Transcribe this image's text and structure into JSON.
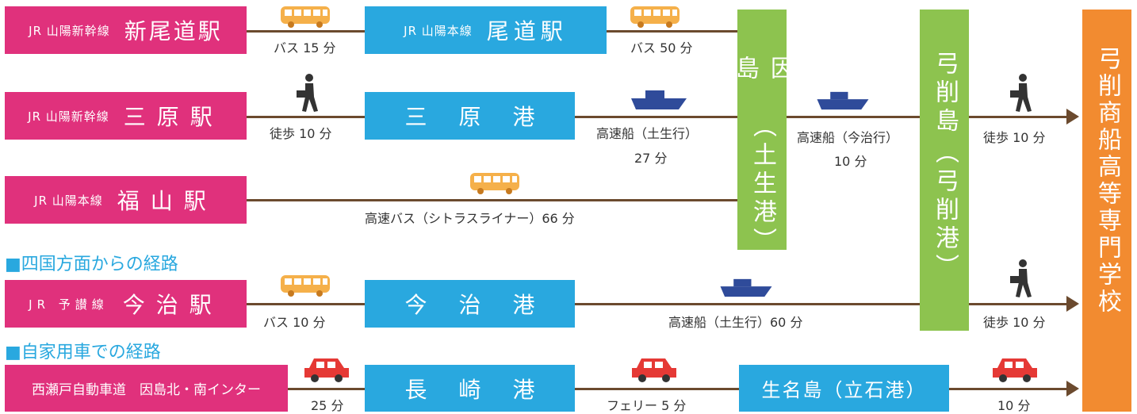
{
  "colors": {
    "station": "#e0317c",
    "port": "#29a8df",
    "island": "#8dc34f",
    "school": "#f28b30",
    "line": "#6b4a2e",
    "bus": "#f5b04a",
    "ship": "#2f4b9a",
    "car": "#e53935",
    "walker": "#333333"
  },
  "stations": {
    "shinonomichi": {
      "line": "JR 山陽新幹線",
      "name": "新尾道駅"
    },
    "onomichi": {
      "line": "JR 山陽本線",
      "name": "尾道駅"
    },
    "mihara_st": {
      "line": "JR 山陽新幹線",
      "name": "三原駅"
    },
    "mihara_port": {
      "name": "三原港"
    },
    "fukuyama": {
      "line": "JR 山陽本線",
      "name": "福山駅"
    },
    "imabari_st": {
      "line": "JR 予讃線",
      "name": "今治駅"
    },
    "imabari_port": {
      "name": "今治港"
    },
    "nishiseto": {
      "name": "西瀬戸自動車道　因島北・南インター"
    },
    "nagasaki": {
      "name": "長崎港"
    },
    "ikina": {
      "name": "生名島（立石港）"
    }
  },
  "islands": {
    "innoshima": {
      "name": "因島",
      "port": "（土生港）"
    },
    "yuge": {
      "name": "弓削島",
      "port": "（弓削港）"
    }
  },
  "school": {
    "name": "弓削商船高等専門学校"
  },
  "sections": {
    "shikoku": "■四国方面からの経路",
    "car": "■自家用車での経路"
  },
  "labels": {
    "bus15": "バス 15 分",
    "bus50": "バス 50 分",
    "walk10a": "徒歩 10 分",
    "ship_habu": "高速船（土生行）",
    "min27": "27 分",
    "ship_imabari": "高速船（今治行）",
    "min10a": "10 分",
    "walk10b": "徒歩 10 分",
    "highway_bus": "高速バス（シトラスライナー）66 分",
    "bus10": "バス 10 分",
    "ship_habu60": "高速船（土生行）60 分",
    "walk10c": "徒歩 10 分",
    "car25": "25 分",
    "ferry5": "フェリー 5 分",
    "car10": "10 分"
  },
  "icons": [
    "bus-icon",
    "ship-icon",
    "walker-icon",
    "car-icon"
  ]
}
